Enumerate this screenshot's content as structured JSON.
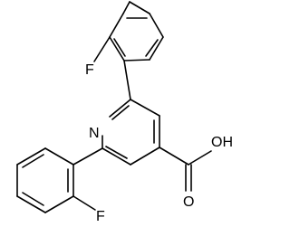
{
  "molecule": {
    "atoms": {
      "N": "N",
      "F_top": "F",
      "F_bottom": "F",
      "O_carbonyl": "O",
      "OH": "OH"
    },
    "colors": {
      "bond": "#000000",
      "label": "#000000",
      "background": "#ffffff"
    }
  }
}
